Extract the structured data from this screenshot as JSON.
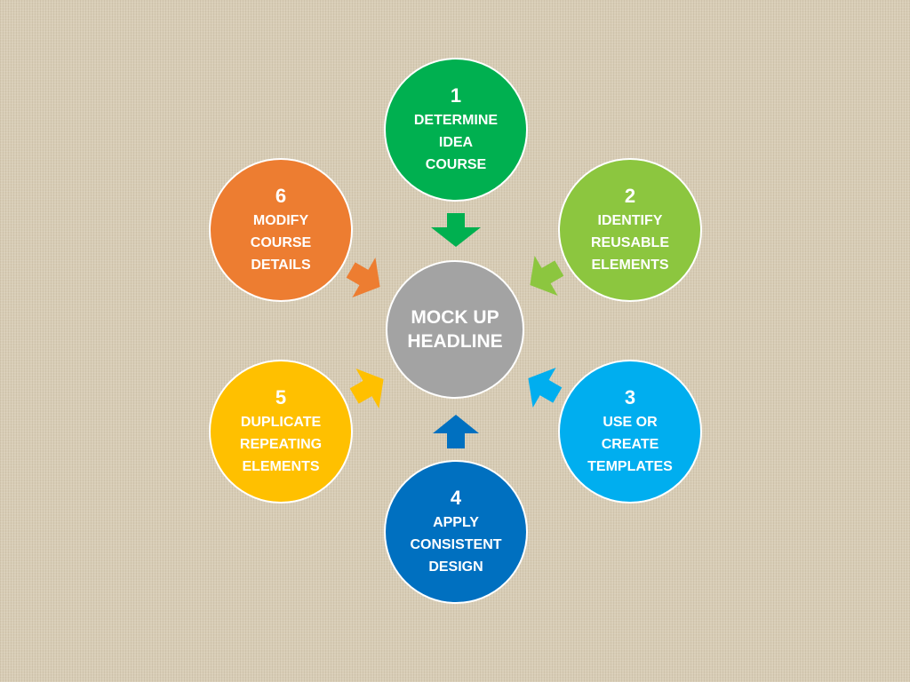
{
  "hub": {
    "line1": "MOCK UP",
    "line2": "HEADLINE",
    "color": "#a3a3a3"
  },
  "steps": [
    {
      "number": "1",
      "lines": [
        "DETERMINE",
        "IDEA",
        "COURSE"
      ],
      "color": "#00b050"
    },
    {
      "number": "2",
      "lines": [
        "IDENTIFY",
        "REUSABLE",
        "ELEMENTS"
      ],
      "color": "#8cc63f"
    },
    {
      "number": "3",
      "lines": [
        "USE OR",
        "CREATE",
        "TEMPLATES"
      ],
      "color": "#00aeef"
    },
    {
      "number": "4",
      "lines": [
        "APPLY",
        "CONSISTENT",
        "DESIGN"
      ],
      "color": "#0070c0"
    },
    {
      "number": "5",
      "lines": [
        "DUPLICATE",
        "REPEATING",
        "ELEMENTS"
      ],
      "color": "#ffc000"
    },
    {
      "number": "6",
      "lines": [
        "MODIFY",
        "COURSE",
        "DETAILS"
      ],
      "color": "#ed7d31"
    }
  ]
}
